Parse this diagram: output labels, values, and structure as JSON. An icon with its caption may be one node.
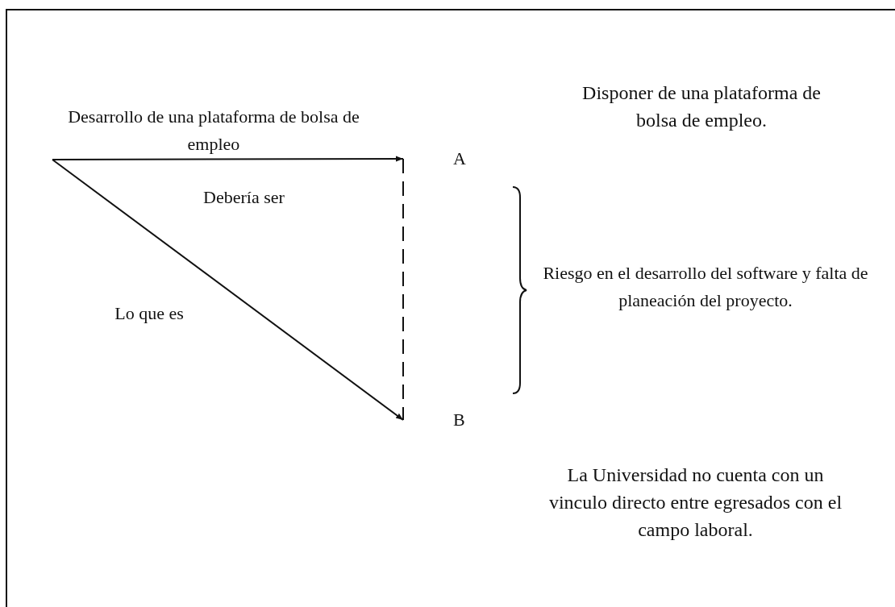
{
  "diagram": {
    "nodes": [
      {
        "text": [
          "A"
        ]
      },
      {
        "text": [
          "B"
        ]
      }
    ],
    "edges": [
      {
        "from": null,
        "to": 0,
        "arrow": "to",
        "label": "Desarrollo de una plataforma de bolsa de empleo"
      },
      {
        "from": null,
        "to": 1,
        "arrow": "to",
        "label": "Lo que es"
      },
      {
        "from": 0,
        "to": 1,
        "arrow": "none",
        "style": "dashed"
      }
    ],
    "labels": [
      "Debería ser",
      "Disponer de una plataforma de bolsa de empleo.",
      "Riesgo en el desarrollo del software y falta de planeación del proyecto.",
      "La Universidad no cuenta con un vinculo directo entre egresados con el campo laboral."
    ]
  }
}
